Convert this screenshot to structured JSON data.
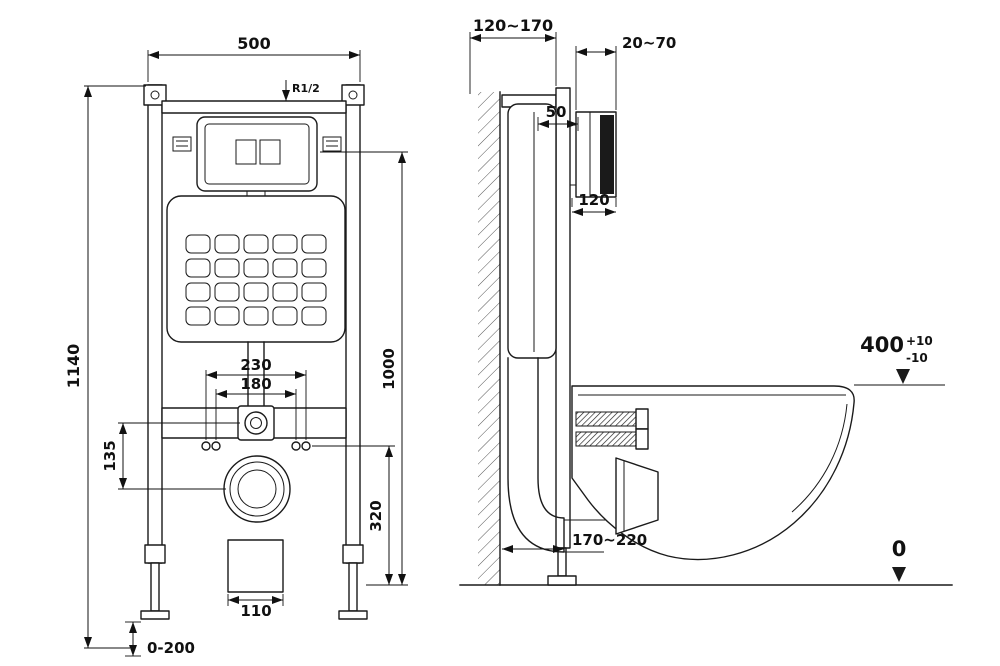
{
  "front_view": {
    "dim_width": "500",
    "dim_height": "1140",
    "inlet_thread": "R1/2",
    "dim_bolt_outer": "230",
    "dim_bolt_inner": "180",
    "dim_flange_to_drain": "135",
    "dim_drain_height": "320",
    "dim_plate_height": "1000",
    "dim_outlet_width": "110",
    "dim_foot_adjust": "0-200"
  },
  "side_view": {
    "dim_frame_depth": "120~170",
    "dim_plate_depth": "20~70",
    "dim_bracket": "50",
    "dim_cistern_depth": "120",
    "dim_bowl_height": "400",
    "dim_tol_plus": "+10",
    "dim_tol_minus": "-10",
    "dim_outlet_offset": "170~220",
    "dim_floor": "0"
  },
  "colors": {
    "line": "#1a1a1a",
    "background": "#ffffff"
  }
}
